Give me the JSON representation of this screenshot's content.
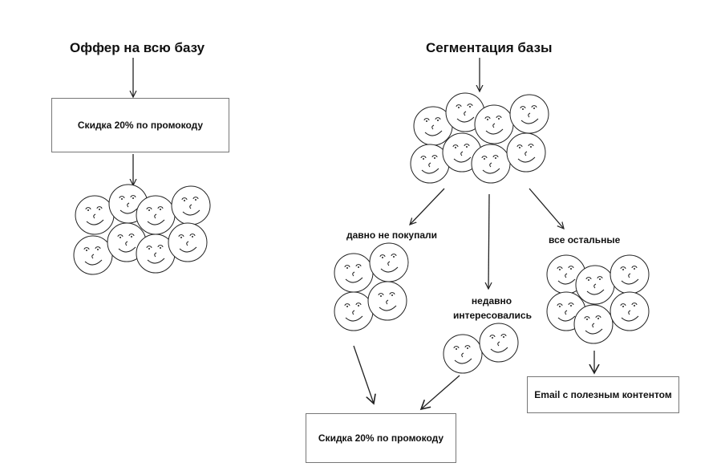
{
  "left": {
    "title": "Оффер на всю базу",
    "box": "Скидка 20% по промокоду"
  },
  "right": {
    "title": "Сегментация базы",
    "segments": {
      "inactive": "давно не покупали",
      "recent": "недавно интересовались",
      "others": "все остальные"
    },
    "box_discount": "Скидка 20% по промокоду",
    "box_email": "Email с полезным контентом"
  },
  "style": {
    "stroke": "#222222",
    "box_border": "#777777"
  },
  "icons": [
    "smiley-face-icon",
    "arrow-icon"
  ]
}
